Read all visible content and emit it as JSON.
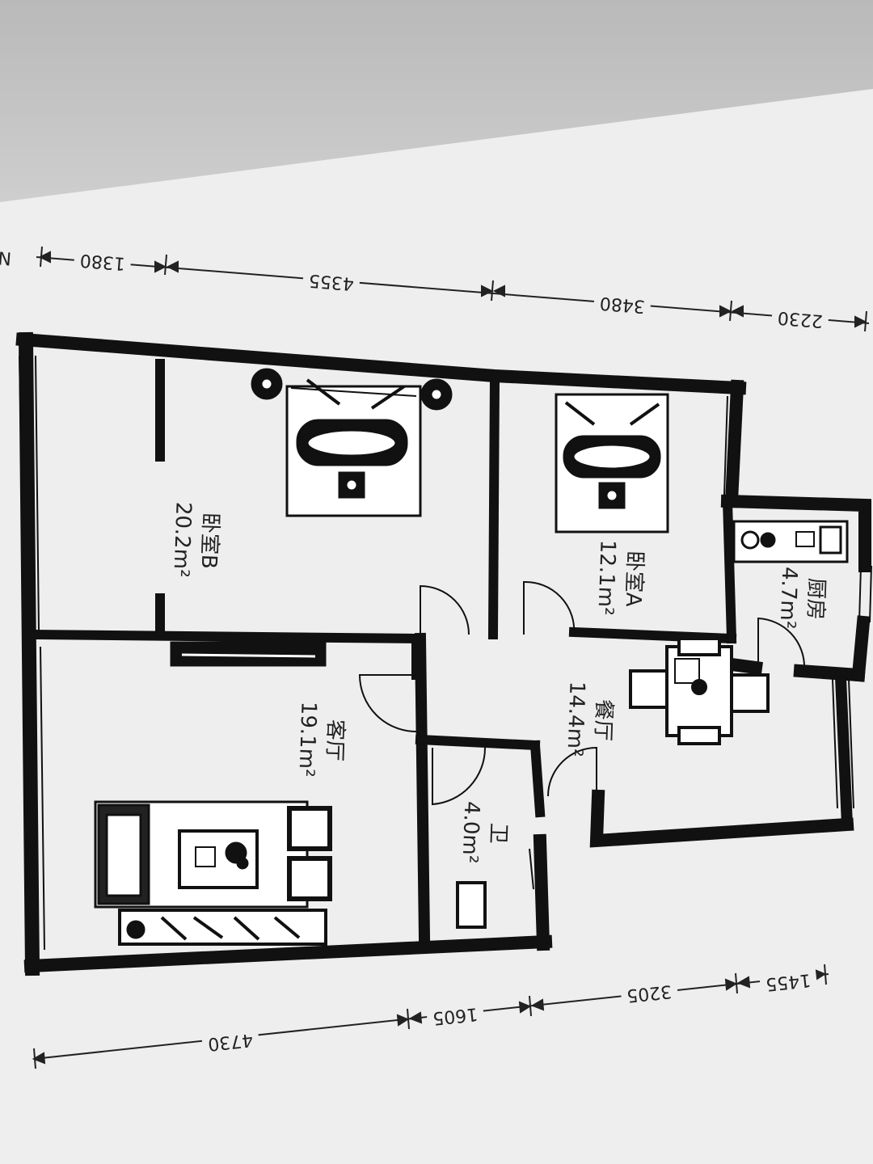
{
  "plan": {
    "north_marker": "N",
    "top_dimensions": [
      {
        "id": "t1",
        "label": "1380"
      },
      {
        "id": "t2",
        "label": "4355"
      },
      {
        "id": "t3",
        "label": "3480"
      },
      {
        "id": "t4",
        "label": "2230"
      }
    ],
    "bottom_dimensions": [
      {
        "id": "b1",
        "label": "4730"
      },
      {
        "id": "b2",
        "label": "1605"
      },
      {
        "id": "b3",
        "label": "3205"
      },
      {
        "id": "b4",
        "label": "1455"
      }
    ],
    "rooms": [
      {
        "id": "bedroom-b",
        "name": "卧室B",
        "area": "20.2m²"
      },
      {
        "id": "bedroom-a",
        "name": "卧室A",
        "area": "12.1m²"
      },
      {
        "id": "kitchen",
        "name": "厨房",
        "area": "4.7m²"
      },
      {
        "id": "living",
        "name": "客厅",
        "area": "19.1m²"
      },
      {
        "id": "dining",
        "name": "餐厅",
        "area": "14.4m²"
      },
      {
        "id": "bath",
        "name": "卫",
        "area": "4.0m²"
      }
    ],
    "colors": {
      "wall": "#111111",
      "paper": "#f1f1f1",
      "ink": "#222222"
    }
  }
}
